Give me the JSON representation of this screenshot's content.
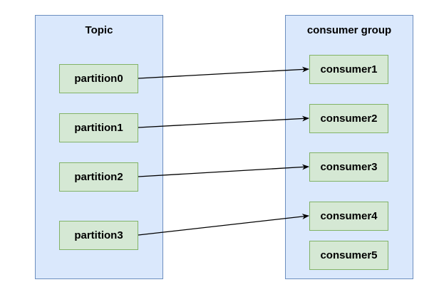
{
  "topic": {
    "title": "Topic",
    "partitions": [
      "partition0",
      "partition1",
      "partition2",
      "partition3"
    ]
  },
  "consumer_group": {
    "title": "consumer group",
    "consumers": [
      "consumer1",
      "consumer2",
      "consumer3",
      "consumer4",
      "consumer5"
    ]
  },
  "assignments": [
    {
      "from": "partition0",
      "to": "consumer1"
    },
    {
      "from": "partition1",
      "to": "consumer2"
    },
    {
      "from": "partition2",
      "to": "consumer3"
    },
    {
      "from": "partition3",
      "to": "consumer4"
    }
  ],
  "colors": {
    "container_fill": "#dae8fc",
    "container_stroke": "#6c8ebf",
    "node_fill": "#d5e8d4",
    "node_stroke": "#82b366",
    "edge": "#000000"
  }
}
